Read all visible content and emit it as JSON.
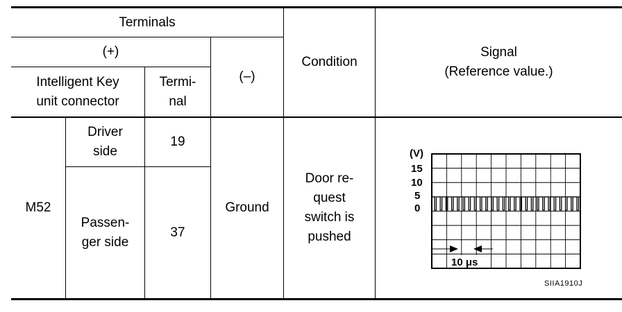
{
  "table": {
    "header": {
      "terminals": "Terminals",
      "plus": "(+)",
      "minus": "(–)",
      "intelligent_key_line1": "Intelligent Key",
      "intelligent_key_line2": "unit connector",
      "terminal_line1": "Termi-",
      "terminal_line2": "nal",
      "condition": "Condition",
      "signal_line1": "Signal",
      "signal_line2": "(Reference value.)"
    },
    "row": {
      "connector": "M52",
      "ground": "Ground",
      "condition_lines": [
        "Door re-",
        "quest",
        "switch is",
        "pushed"
      ],
      "sides": [
        {
          "label_line1": "Driver",
          "label_line2": "side",
          "terminal": "19"
        },
        {
          "label_line1": "Passen-",
          "label_line2": "ger side",
          "terminal": "37"
        }
      ]
    }
  },
  "oscilloscope": {
    "unit": "(V)",
    "y_ticks": [
      "15",
      "10",
      "5",
      "0"
    ],
    "time_label": "10 μs",
    "figure_code": "SIIA1910J"
  }
}
